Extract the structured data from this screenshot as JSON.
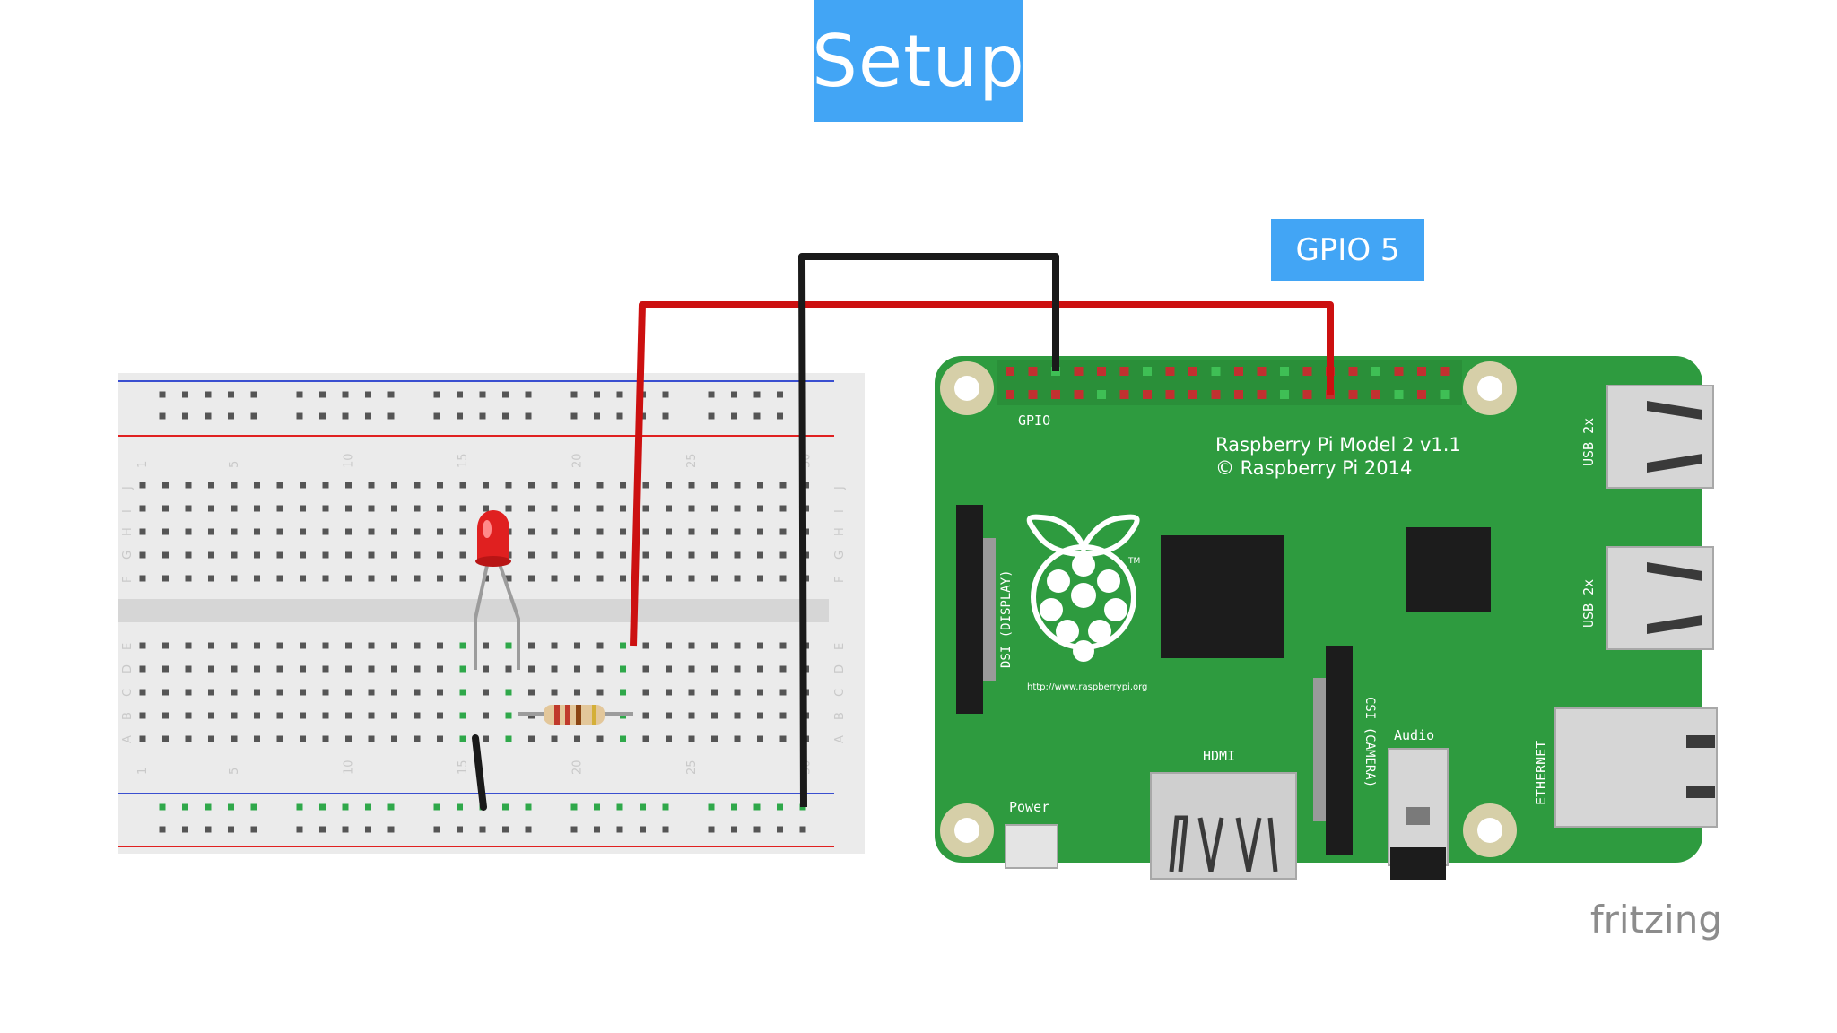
{
  "slide": {
    "title": "Setup",
    "callout": "GPIO 5",
    "credit": "fritzing"
  },
  "colors": {
    "title_bg": "#42a5f5",
    "board_green": "#2e9b3f",
    "breadboard": "#ebebeb",
    "wire_red": "#cc1010",
    "wire_black": "#1a1a1a",
    "rail_blue": "#3a4fd0",
    "rail_red": "#e02020",
    "led_red": "#e02020"
  },
  "raspberry_pi": {
    "model_line1": "Raspberry Pi Model 2 v1.1",
    "model_line2": "© Raspberry Pi 2014",
    "gpio_label": "GPIO",
    "url": "http://www.raspberrypi.org",
    "dsi_label": "DSI (DISPLAY)",
    "csi_label": "CSI (CAMERA)",
    "hdmi_label": "HDMI",
    "audio_label": "Audio",
    "power_label": "Power",
    "usb_label_1": "USB 2x",
    "usb_label_2": "USB 2x",
    "ethernet_label": "ETHERNET",
    "trademark": "TM",
    "header_pins_per_row": 20
  },
  "breadboard": {
    "columns": 30,
    "column_numbers": [
      "1",
      "5",
      "10",
      "15",
      "20",
      "25",
      "30"
    ],
    "row_letters_top": [
      "J",
      "I",
      "H",
      "G",
      "F"
    ],
    "row_letters_bottom": [
      "E",
      "D",
      "C",
      "B",
      "A"
    ]
  }
}
